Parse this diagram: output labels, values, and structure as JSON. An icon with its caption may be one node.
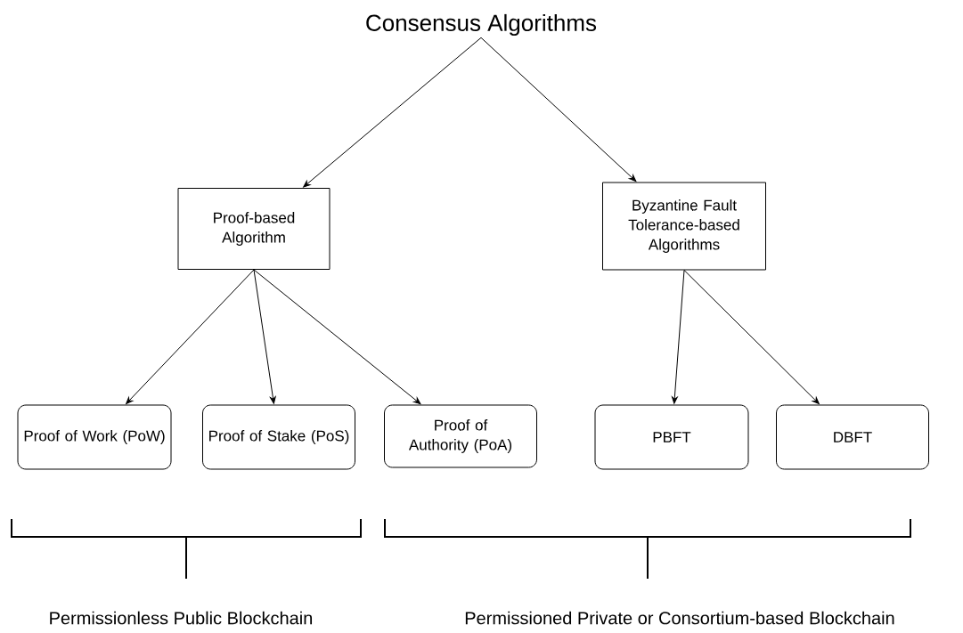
{
  "diagram": {
    "nodes": [
      {
        "text": [
          "Consensus Algorithms"
        ]
      },
      {
        "text": [
          "Proof-based Algorithm"
        ]
      },
      {
        "text": [
          "Byzantine Fault Tolerance-based Algorithms"
        ]
      },
      {
        "text": [
          "Proof of Work (PoW)"
        ]
      },
      {
        "text": [
          "Proof of Stake (PoS)"
        ]
      },
      {
        "text": [
          "Proof of Authority (PoA)"
        ]
      },
      {
        "text": [
          "PBFT"
        ]
      },
      {
        "text": [
          "DBFT"
        ]
      }
    ],
    "edges": [
      {
        "from": 0,
        "to": 1,
        "arrow": "to"
      },
      {
        "from": 0,
        "to": 2,
        "arrow": "to"
      },
      {
        "from": 1,
        "to": 3,
        "arrow": "to"
      },
      {
        "from": 1,
        "to": 4,
        "arrow": "to"
      },
      {
        "from": 1,
        "to": 5,
        "arrow": "to"
      },
      {
        "from": 2,
        "to": 6,
        "arrow": "to"
      },
      {
        "from": 2,
        "to": 7,
        "arrow": "to"
      }
    ],
    "labels": [
      "Permissionless Public Blockchain",
      "Permissioned Private or Consortium-based Blockchain"
    ]
  }
}
